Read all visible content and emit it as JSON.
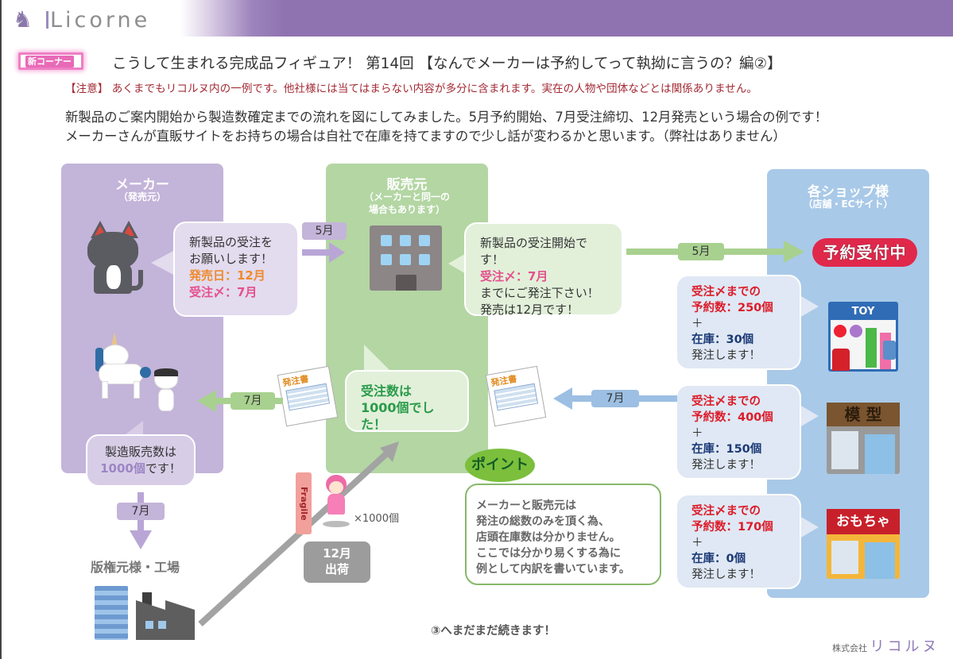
{
  "header": {
    "logo_text": "Licorne",
    "brand_color": "#8f73b0"
  },
  "title": {
    "badge": "新コーナー",
    "text": "こうして生まれる完成品フィギュア！ 第14回 【なんでメーカーは予約してって執拗に言うの？編②】"
  },
  "notice": "【注意】 あくまでもリコルヌ内の一例です。他社様には当てはまらない内容が多分に含まれます。実在の人物や団体などとは関係ありません。",
  "intro": {
    "line1": "新製品のご案内開始から製造数確定までの流れを図にしてみました。5月予約開始、7月受注締切、12月発売という場合の例です！",
    "line2": "メーカーさんが直販サイトをお持ちの場合は自社で在庫を持てますので少し話が変わるかと思います。（弊社はありません）"
  },
  "panels": {
    "maker": {
      "title": "メーカー",
      "subtitle": "（発売元）",
      "color": "#c3b4d9"
    },
    "seller": {
      "title": "販売元",
      "subtitle_line1": "（メーカーと同一の",
      "subtitle_line2": "場合もあります）",
      "color": "#b3d6a3"
    },
    "shop": {
      "title": "各ショップ様",
      "subtitle": "（店舗・ECサイト）",
      "color": "#a9c9e8"
    }
  },
  "bubbles": {
    "maker_request": {
      "line1": "新製品の受注を",
      "line2": "お願いします！",
      "release": "発売日：12月",
      "deadline": "受注〆：7月"
    },
    "seller_announce": {
      "line1": "新製品の受注開始です！",
      "deadline": "受注〆：7月",
      "line3": "までにご発注下さい！",
      "line4": "発売は12月です！"
    },
    "seller_count": {
      "line1": "受注数は",
      "line2": "1000個でした！"
    },
    "maker_production": {
      "line1": "製造販売数は",
      "count": "1000個",
      "suffix": "です！"
    }
  },
  "shops": [
    {
      "line1": "受注〆までの",
      "reserve": "予約数：250個",
      "plus": "＋",
      "stock": "在庫：30個",
      "order": "発注します！",
      "sign": "TOY"
    },
    {
      "line1": "受注〆までの",
      "reserve": "予約数：400個",
      "plus": "＋",
      "stock": "在庫：150個",
      "order": "発注します！",
      "sign": "模 型"
    },
    {
      "line1": "受注〆までの",
      "reserve": "予約数：170個",
      "plus": "＋",
      "stock": "在庫：0個",
      "order": "発注します！",
      "sign": "おもちゃ"
    }
  ],
  "arrows": {
    "maker_to_seller": "5月",
    "seller_to_shop": "5月",
    "shop_to_seller": "7月",
    "seller_to_maker": "7月",
    "maker_to_factory": "7月"
  },
  "reserve_stamp": "予約受付中",
  "order_form_label": "発注書",
  "factory_label": "版権元様・工場",
  "fragile_label": "Fragile",
  "quantity_label": "×1000個",
  "shipping": {
    "line1": "12月",
    "line2": "出荷"
  },
  "point": {
    "badge": "ポイント",
    "lines": [
      "メーカーと販売元は",
      "発注の総数のみを頂く為、",
      "店頭在庫数は分かりません。",
      "ここでは分かり易くする為に",
      "例として内訳を書いています。"
    ]
  },
  "footer": {
    "continue": "③へまだまだ続きます！",
    "company_prefix": "株式会社",
    "company_name": "リコルヌ"
  }
}
